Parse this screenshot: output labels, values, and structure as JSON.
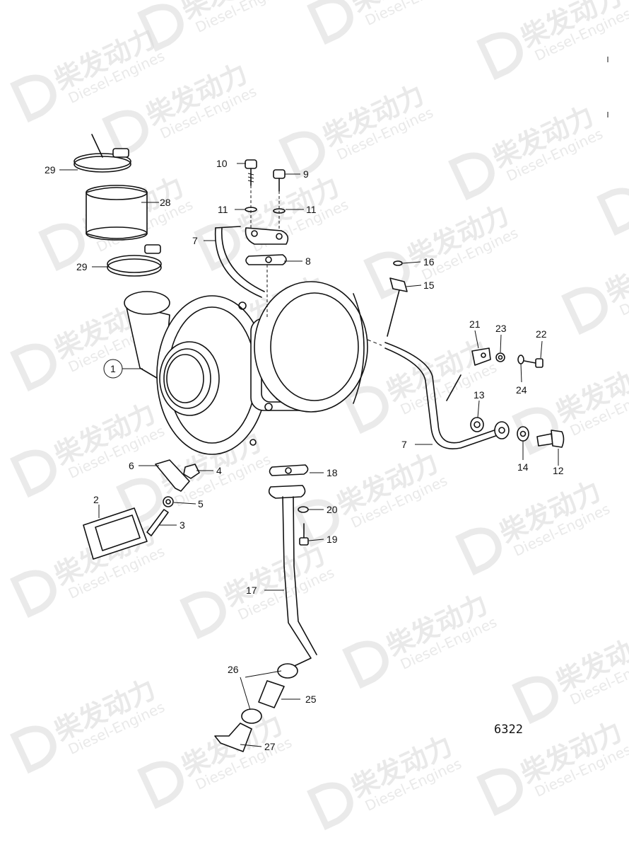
{
  "figure_number": "6322",
  "watermark": {
    "brand": "柴发动力",
    "subtitle": "Diesel-Engines",
    "color": "#d8d8d8"
  },
  "callouts": {
    "c1": "1",
    "c2": "2",
    "c3": "3",
    "c4": "4",
    "c5": "5",
    "c6": "6",
    "c7a": "7",
    "c7b": "7",
    "c8": "8",
    "c9": "9",
    "c10": "10",
    "c11a": "11",
    "c11b": "11",
    "c12": "12",
    "c13": "13",
    "c14": "14",
    "c15": "15",
    "c16": "16",
    "c17": "17",
    "c18": "18",
    "c19": "19",
    "c20": "20",
    "c21": "21",
    "c22": "22",
    "c23": "23",
    "c24": "24",
    "c25": "25",
    "c26": "26",
    "c27": "27",
    "c28": "28",
    "c29a": "29",
    "c29b": "29"
  }
}
